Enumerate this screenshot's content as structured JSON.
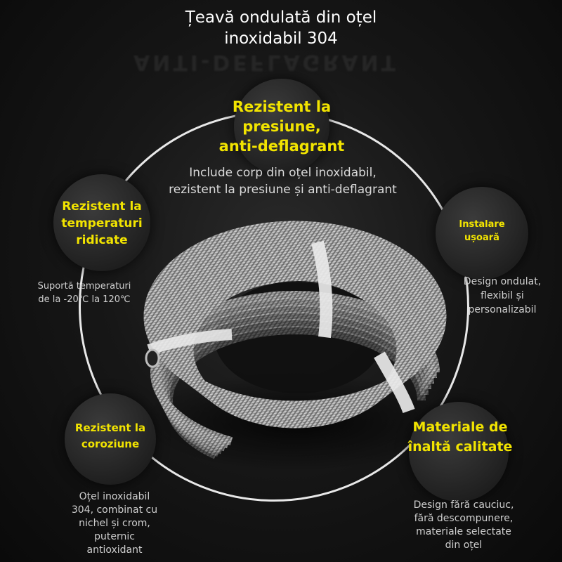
{
  "title": {
    "line1": "Țeavă ondulată din oțel",
    "line2": "inoxidabil 304"
  },
  "features": {
    "pressure": {
      "label_lines": [
        "Rezistent la",
        "presiune,",
        "anti-deflagrant"
      ],
      "desc_lines": [
        "Include corp din oțel inoxidabil,",
        "rezistent la presiune și anti-deflagrant"
      ]
    },
    "temperature": {
      "label_lines": [
        "Rezistent la",
        "temperaturi",
        "ridicate"
      ],
      "desc_lines": [
        "Suportă temperaturi",
        "de la -20℃ la 120℃"
      ]
    },
    "install": {
      "label_lines": [
        "Instalare",
        "ușoară"
      ],
      "desc_lines": [
        "Design ondulat,",
        "flexibil și",
        "personalizabil"
      ]
    },
    "corrosion": {
      "label_lines": [
        "Rezistent la",
        "coroziune"
      ],
      "desc_lines": [
        "Oțel inoxidabil",
        "304, combinat cu",
        "nichel și crom,",
        "puternic",
        "antioxidant"
      ]
    },
    "materials": {
      "label_lines": [
        "Materiale de",
        "înaltă calitate"
      ],
      "desc_lines": [
        "Design fără cauciuc,",
        "fără descompunere,",
        "materiale selectate",
        "din oțel"
      ]
    }
  },
  "colors": {
    "accent": "#f2e400",
    "text": "#ffffff",
    "desc": "#cfcfcf",
    "ring": "#e8e8e8"
  }
}
